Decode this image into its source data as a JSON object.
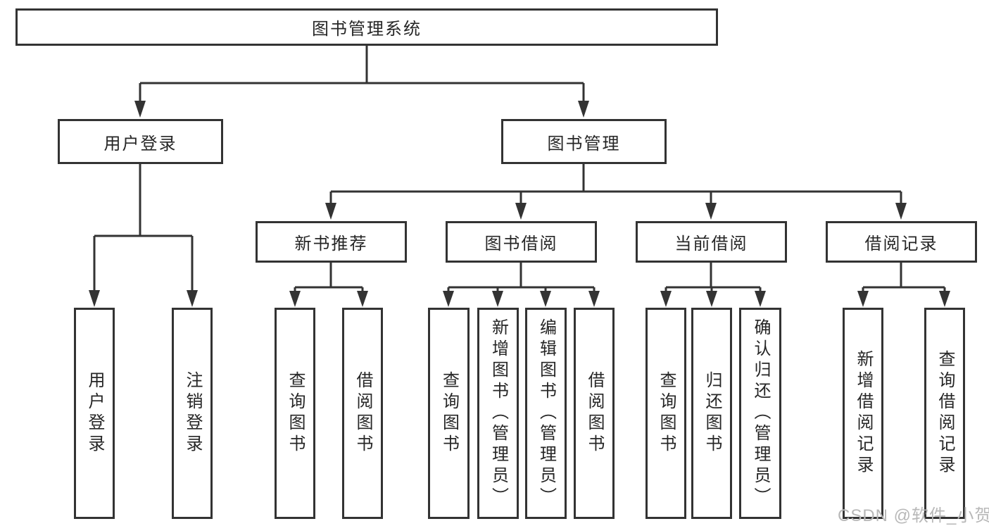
{
  "colors": {
    "line": "#333333",
    "box_border": "#333333",
    "box_fill": "#ffffff",
    "text": "#262626",
    "background": "#ffffff",
    "watermark": "#b8b8b8"
  },
  "diagram": {
    "title": "图书管理系统",
    "branches": [
      {
        "label": "用户登录",
        "children": [
          {
            "label": "用户登录"
          },
          {
            "label": "注销登录"
          }
        ]
      },
      {
        "label": "图书管理",
        "groups": [
          {
            "label": "新书推荐",
            "children": [
              {
                "label": "查询图书"
              },
              {
                "label": "借阅图书"
              }
            ]
          },
          {
            "label": "图书借阅",
            "children": [
              {
                "label": "查询图书"
              },
              {
                "label": "新增图书（管理员）"
              },
              {
                "label": "编辑图书（管理员）"
              },
              {
                "label": "借阅图书"
              }
            ]
          },
          {
            "label": "当前借阅",
            "children": [
              {
                "label": "查询图书"
              },
              {
                "label": "归还图书"
              },
              {
                "label": "确认归还（管理员）"
              }
            ]
          },
          {
            "label": "借阅记录",
            "children": [
              {
                "label": "新增借阅记录"
              },
              {
                "label": "查询借阅记录"
              }
            ]
          }
        ]
      }
    ]
  },
  "watermark": {
    "text": "CSDN @软件_小贺同学"
  }
}
